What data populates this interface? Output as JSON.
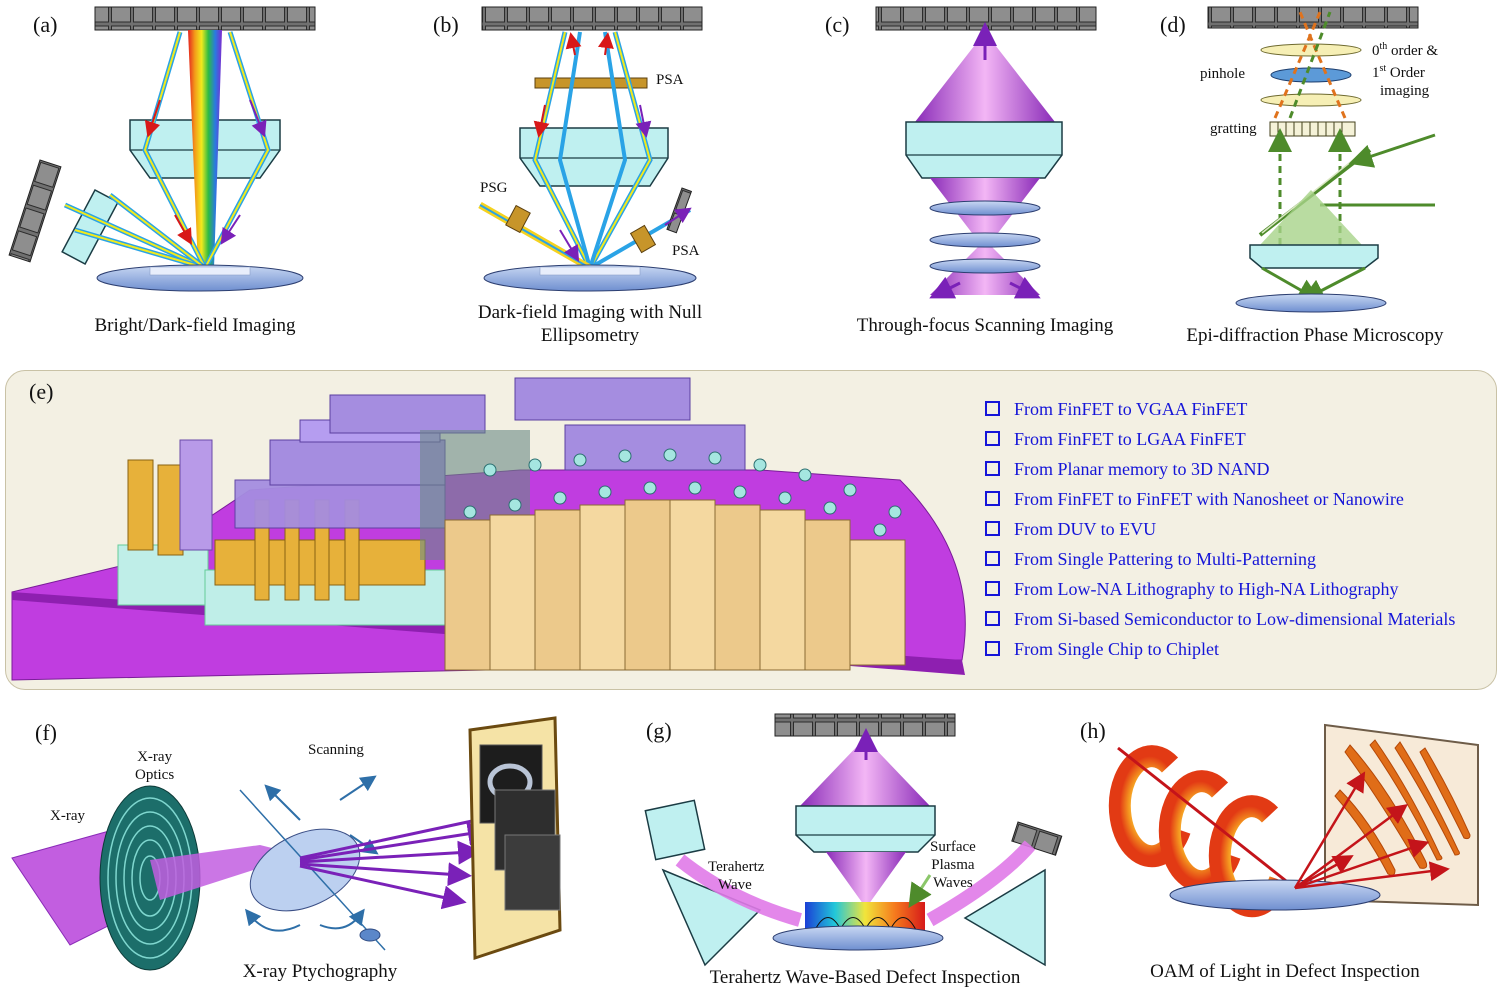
{
  "panels": {
    "a": {
      "label": "(a)",
      "caption": "Bright/Dark-field Imaging"
    },
    "b": {
      "label": "(b)",
      "caption_line1": "Dark-field Imaging with Null",
      "caption_line2": "Ellipsometry",
      "psa_top": "PSA",
      "psg": "PSG",
      "psa_side": "PSA"
    },
    "c": {
      "label": "(c)",
      "caption": "Through-focus Scanning Imaging"
    },
    "d": {
      "label": "(d)",
      "caption": "Epi-diffraction Phase Microscopy",
      "pinhole": "pinhole",
      "gratting": "gratting",
      "order0": "0",
      "order0_sup": "th",
      "order0_rest": " order &",
      "order1": "1",
      "order1_sup": "st",
      "order1_rest": " Order",
      "imaging": "imaging"
    },
    "e": {
      "label": "(e)",
      "items": [
        "From FinFET to VGAA FinFET",
        "From FinFET to LGAA FinFET",
        "From Planar memory to 3D NAND",
        "From FinFET to FinFET with Nanosheet or Nanowire",
        "From DUV to EVU",
        "From Single Pattering to Multi-Patterning",
        "From Low-NA Lithography to High-NA Lithography",
        "From Si-based Semiconductor to Low-dimensional Materials",
        "From Single Chip to Chiplet"
      ]
    },
    "f": {
      "label": "(f)",
      "caption": "X-ray Ptychography",
      "xray": "X-ray",
      "optics_line1": "X-ray",
      "optics_line2": "Optics",
      "scanning": "Scanning"
    },
    "g": {
      "label": "(g)",
      "caption": "Terahertz Wave-Based Defect Inspection",
      "thz_line1": "Terahertz",
      "thz_line2": "Wave",
      "spw_line1": "Surface",
      "spw_line2": "Plasma",
      "spw_line3": "Waves"
    },
    "h": {
      "label": "(h)",
      "caption": "OAM of Light in Defect Inspection"
    }
  },
  "colors": {
    "panel_bg": "#f3f0e3",
    "bullet_text": "#1515d8",
    "purple": "#b85ce0",
    "lens": "#bff0f0",
    "substrate": "#8faee0",
    "camera": "#777777"
  }
}
